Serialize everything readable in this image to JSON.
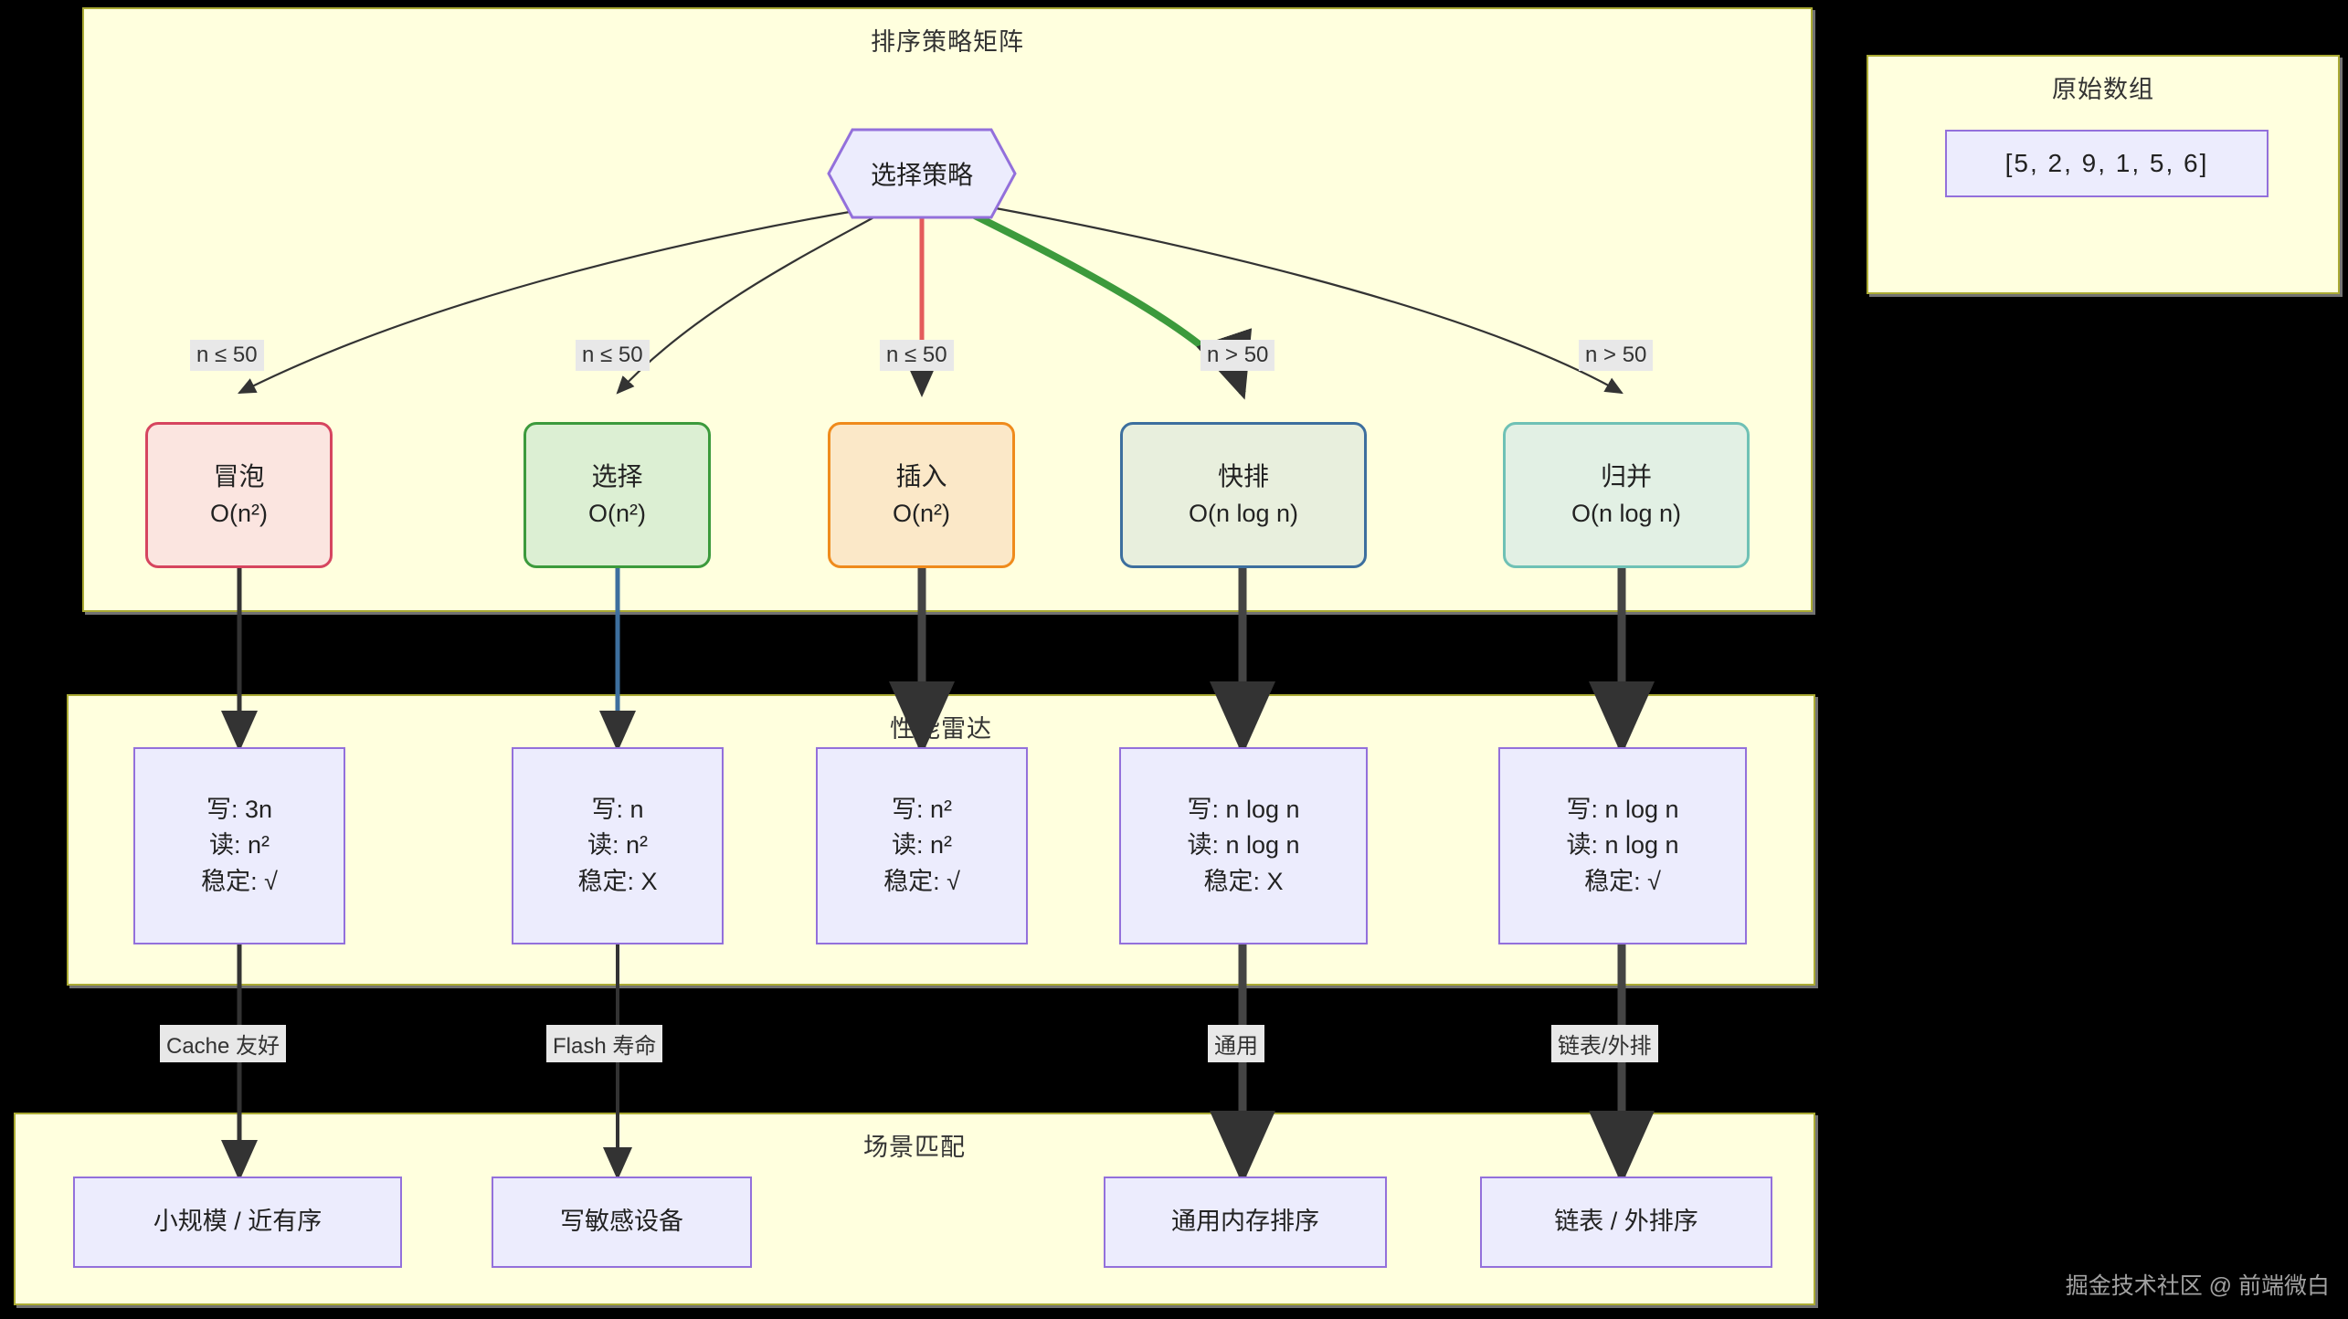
{
  "clusters": {
    "strategy_matrix": "排序策略矩阵",
    "performance_radar": "性能雷达",
    "scenario_match": "场景匹配",
    "original_array": "原始数组"
  },
  "decision_node": {
    "label": "选择策略"
  },
  "original_array": {
    "value": "[5, 2, 9, 1, 5, 6]"
  },
  "algorithms": [
    {
      "name": "冒泡",
      "complexity": "O(n²)",
      "stroke": "#d6455f",
      "fill": "#fbe5e0"
    },
    {
      "name": "选择",
      "complexity": "O(n²)",
      "stroke": "#3c9a3c",
      "fill": "#dcefd3"
    },
    {
      "name": "插入",
      "complexity": "O(n²)",
      "stroke": "#ef8b1c",
      "fill": "#fbe8c8"
    },
    {
      "name": "快排",
      "complexity": "O(n log n)",
      "stroke": "#3d6f9e",
      "fill": "#e8efdd"
    },
    {
      "name": "归并",
      "complexity": "O(n log n)",
      "stroke": "#6fc1b5",
      "fill": "#e2f0e4"
    }
  ],
  "condition_labels": [
    "n ≤ 50",
    "n ≤ 50",
    "n ≤ 50",
    "n > 50",
    "n > 50"
  ],
  "performance": [
    {
      "write": "写: 3n",
      "read": "读: n²",
      "stable": "稳定: √"
    },
    {
      "write": "写: n",
      "read": "读: n²",
      "stable": "稳定: Χ"
    },
    {
      "write": "写: n²",
      "read": "读: n²",
      "stable": "稳定: √"
    },
    {
      "write": "写: n log n",
      "read": "读: n log n",
      "stable": "稳定: Χ"
    },
    {
      "write": "写: n log n",
      "read": "读: n log n",
      "stable": "稳定: √"
    }
  ],
  "scene_labels": [
    "Cache 友好",
    "Flash 寿命",
    "通用",
    "链表/外排"
  ],
  "scenes": [
    {
      "label": "小规模 / 近有序"
    },
    {
      "label": "写敏感设备"
    },
    {
      "label": "通用内存排序"
    },
    {
      "label": "链表 / 外排序"
    }
  ],
  "watermark": "掘金技术社区 @ 前端微白",
  "colors": {
    "cluster_bg": "#ffffde",
    "cluster_border": "#aaaa33",
    "node_fill": "#ececfd",
    "node_border": "#9370db",
    "edge_quick": "#3c9a3c",
    "edge_insert": "#e45b5b",
    "edge_select": "#3d6f9e",
    "edge_default": "#333333",
    "page_bg": "#000000"
  }
}
